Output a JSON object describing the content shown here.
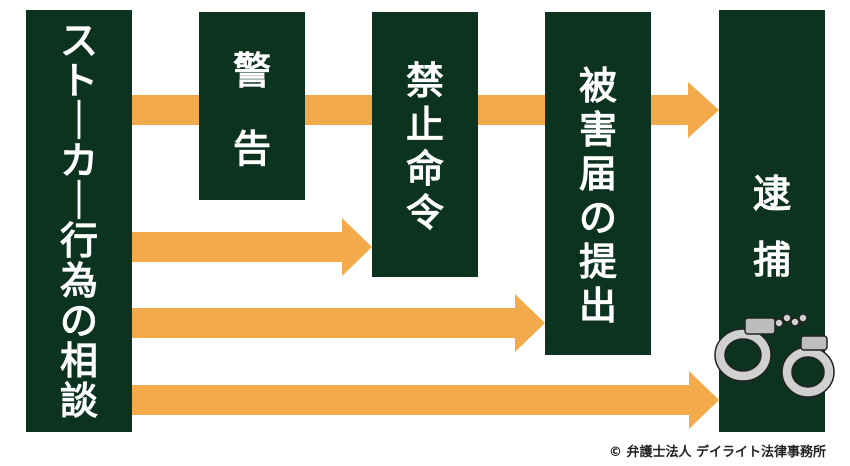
{
  "colors": {
    "box": "#0c3320",
    "box_text": "#ffffff",
    "arrow": "#f3aa4a",
    "cuffs": "#d0d0d0"
  },
  "boxes": {
    "start": "ストーカー行為の相談",
    "warning": "警告",
    "order": "禁止命令",
    "report": "被害届の提出",
    "arrest": "逮捕"
  },
  "icons": {
    "arrest": "handcuffs-icon"
  },
  "credit": "© 弁護士法人 デイライト法律事務所"
}
